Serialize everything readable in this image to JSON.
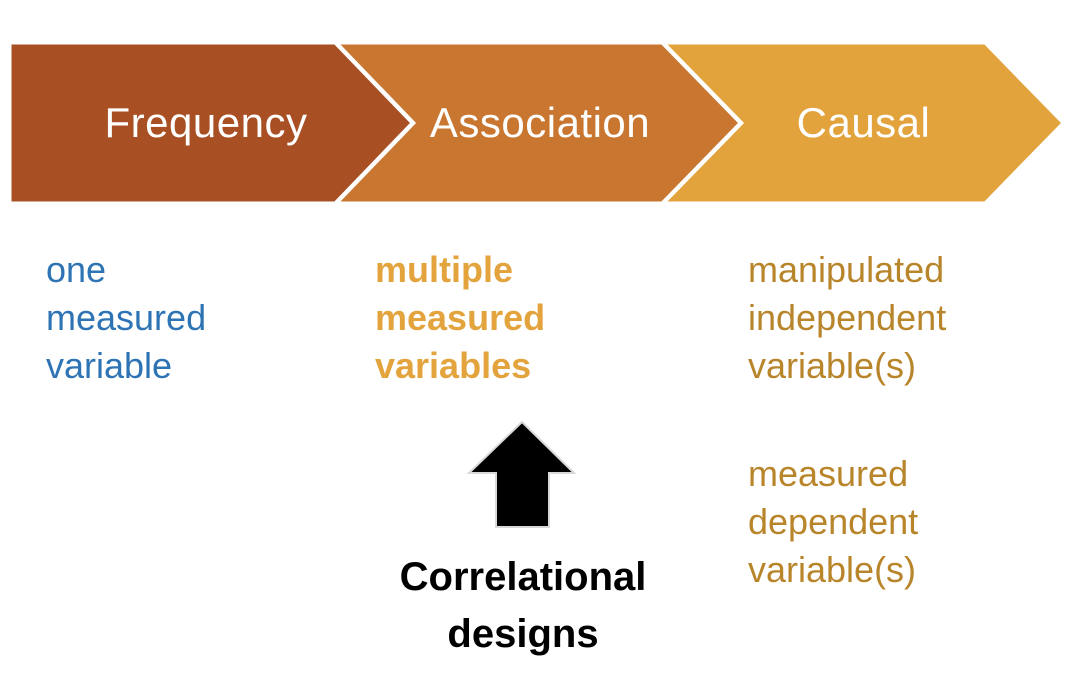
{
  "steps": [
    {
      "label": "Frequency"
    },
    {
      "label": "Association"
    },
    {
      "label": "Causal"
    }
  ],
  "columns": {
    "frequency": {
      "lines": [
        "one",
        "measured",
        "variable"
      ]
    },
    "association": {
      "lines": [
        "multiple",
        "measured",
        "variables"
      ]
    },
    "causal": {
      "block1": [
        "manipulated",
        "independent",
        "variable(s)"
      ],
      "block2": [
        "measured",
        "dependent",
        "variable(s)"
      ]
    }
  },
  "caption": {
    "lines": [
      "Correlational",
      "designs"
    ]
  },
  "icons": {
    "annotation_arrow": "up-arrow"
  },
  "colors": {
    "chevron_frequency": "#A84F24",
    "chevron_association": "#C97630",
    "chevron_causal": "#E2A33D",
    "chevron_label_text": "#FFFFFF",
    "frequency_text": "#2E74B5",
    "association_text": "#E3A33D",
    "causal_text": "#B8852B",
    "caption_text": "#000000",
    "arrow_fill": "#000000",
    "arrow_outline": "#D9D9D9",
    "separator": "#FFFFFF",
    "background": "#FFFFFF"
  }
}
